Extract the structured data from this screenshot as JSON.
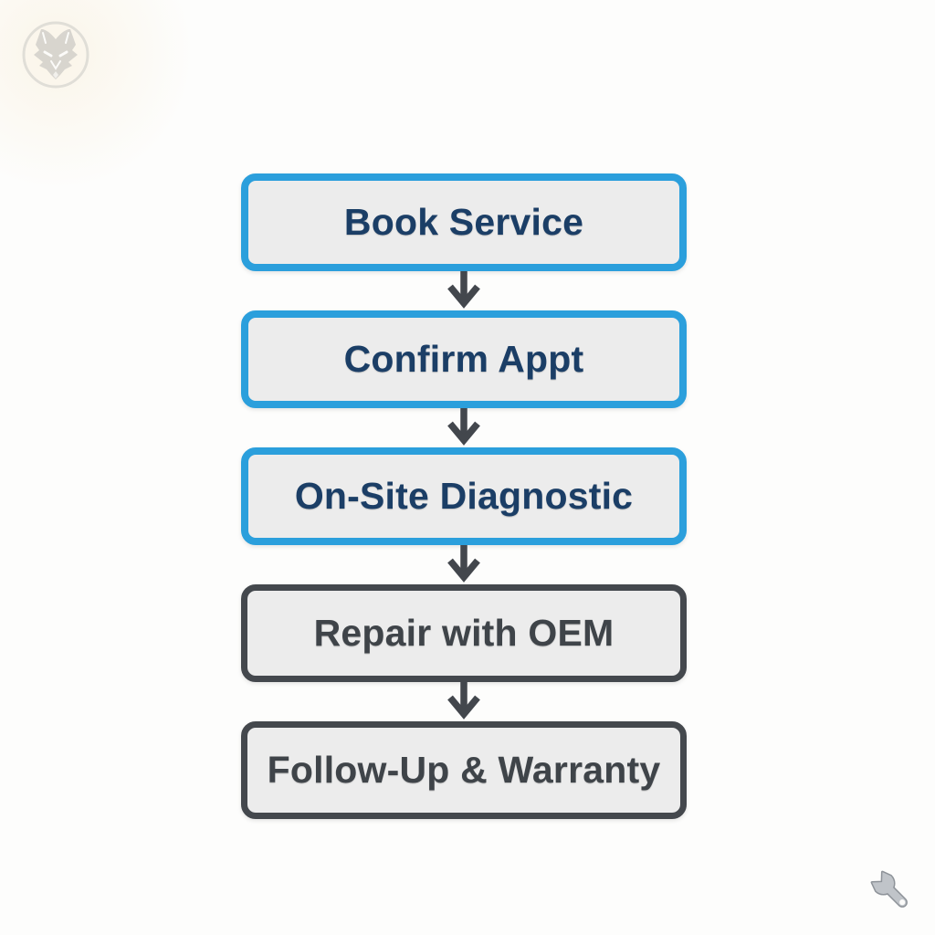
{
  "icons": {
    "top_left": "wolf-logo",
    "between_steps": "down-arrow-icon",
    "bottom_right": "wrench-icon"
  },
  "colors": {
    "accent-blue": "#2B9FDC",
    "dark": "#44484D",
    "box-fill": "#ECECEC",
    "text-blue": "#1B3E66",
    "text-dark": "#3F4449",
    "arrow": "#43474D",
    "background": "#FDFDFC"
  },
  "flowchart": {
    "steps": [
      {
        "label": "Book Service",
        "style": "blue"
      },
      {
        "label": "Confirm Appt",
        "style": "blue"
      },
      {
        "label": "On-Site Diagnostic",
        "style": "blue"
      },
      {
        "label": "Repair with OEM",
        "style": "dark"
      },
      {
        "label": "Follow-Up & Warranty",
        "style": "dark"
      }
    ]
  }
}
